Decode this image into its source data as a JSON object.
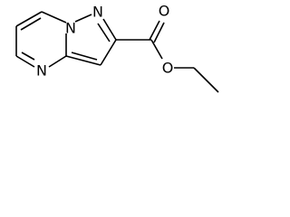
{
  "molecule": {
    "atoms": {
      "n_bridge": "N",
      "n_pyrazole": "N",
      "n_pyrimidine": "N",
      "o_carbonyl": "O",
      "o_ester": "O"
    }
  }
}
